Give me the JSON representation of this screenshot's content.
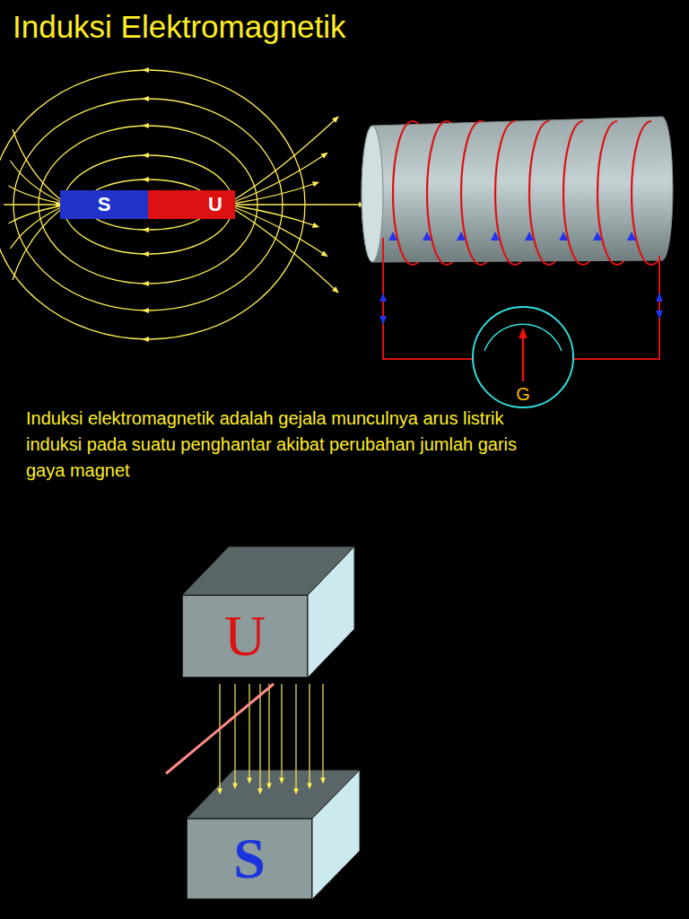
{
  "diagram": {
    "title": "Induksi Elektromagnetik",
    "caption": "Induksi elektromagnetik adalah gejala munculnya arus listrik induksi pada suatu penghantar akibat perubahan jumlah garis gaya magnet",
    "nodes": [
      {
        "text": [
          "S"
        ]
      },
      {
        "text": [
          "U"
        ]
      },
      {
        "text": [
          "G"
        ]
      },
      {
        "text": [
          "U"
        ]
      },
      {
        "text": [
          "S"
        ]
      }
    ]
  }
}
